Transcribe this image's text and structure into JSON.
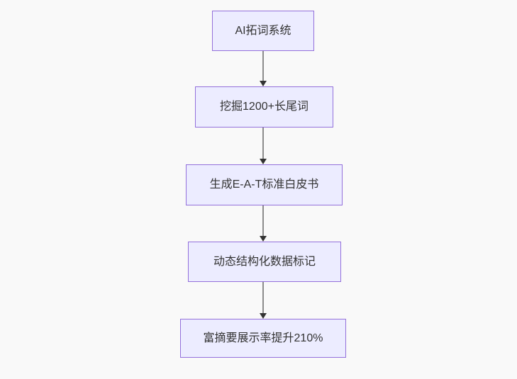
{
  "diagram": {
    "type": "flowchart",
    "direction": "top-down",
    "colors": {
      "background": "#f9f9f9",
      "node_fill": "#ECECFF",
      "node_border": "#9370DB",
      "edge_line": "#8c8c8c",
      "arrowhead": "#333333",
      "text": "#333333"
    },
    "nodes": [
      {
        "label": "AI拓词系统"
      },
      {
        "label": "挖掘1200+长尾词"
      },
      {
        "label": "生成E-A-T标准白皮书"
      },
      {
        "label": "动态结构化数据标记"
      },
      {
        "label": "富摘要展示率提升210%"
      }
    ],
    "edges": [
      {
        "from": 0,
        "to": 1
      },
      {
        "from": 1,
        "to": 2
      },
      {
        "from": 2,
        "to": 3
      },
      {
        "from": 3,
        "to": 4
      }
    ]
  }
}
